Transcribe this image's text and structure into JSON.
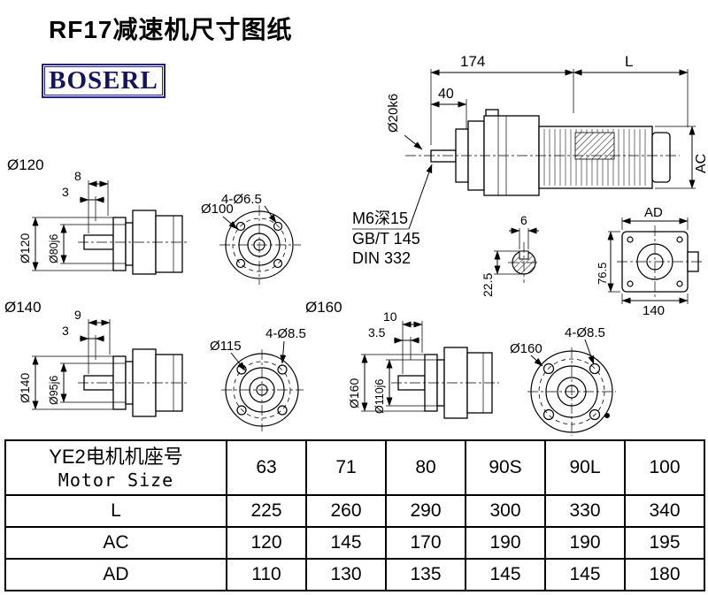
{
  "page": {
    "title": "RF17减速机尺寸图纸",
    "logo": "BOSERL"
  },
  "sections": {
    "d120": "Ø120",
    "d140": "Ø140",
    "d160": "Ø160"
  },
  "assembly": {
    "dim_total": "174",
    "dim_motor": "L",
    "dim_shaft_len": "40",
    "dim_shaft_dia": "Ø20k6",
    "dim_motor_height": "AC",
    "dim_motor_width": "AD",
    "note_tap": "M6深15",
    "note_std1": "GB/T 145",
    "note_std2": "DIN 332",
    "dim_key_width": "6",
    "dim_key_depth": "22.5",
    "dim_flange_h": "76.5",
    "dim_flange_w": "140"
  },
  "unit120": {
    "dim_a": "8",
    "dim_b": "3",
    "dim_od": "Ø120",
    "dim_spigot": "Ø80j6",
    "dim_holes": "4-Ø6.5",
    "dim_bc": "Ø100"
  },
  "unit140": {
    "dim_a": "9",
    "dim_b": "3",
    "dim_od": "Ø140",
    "dim_spigot": "Ø95j6",
    "dim_holes": "4-Ø8.5",
    "dim_bc": "Ø115"
  },
  "unit160": {
    "dim_a": "10",
    "dim_b": "3.5",
    "dim_od": "Ø160",
    "dim_spigot": "Ø110j6",
    "dim_holes": "4-Ø8.5",
    "dim_bc": "Ø160"
  },
  "table": {
    "header_cn": "YE2电机机座号",
    "header_en": "Motor Size",
    "columns": [
      "63",
      "71",
      "80",
      "90S",
      "90L",
      "100"
    ],
    "rows": [
      {
        "label": "L",
        "values": [
          "225",
          "260",
          "290",
          "300",
          "330",
          "340"
        ]
      },
      {
        "label": "AC",
        "values": [
          "120",
          "145",
          "170",
          "190",
          "190",
          "195"
        ]
      },
      {
        "label": "AD",
        "values": [
          "110",
          "130",
          "135",
          "145",
          "145",
          "180"
        ]
      }
    ]
  }
}
